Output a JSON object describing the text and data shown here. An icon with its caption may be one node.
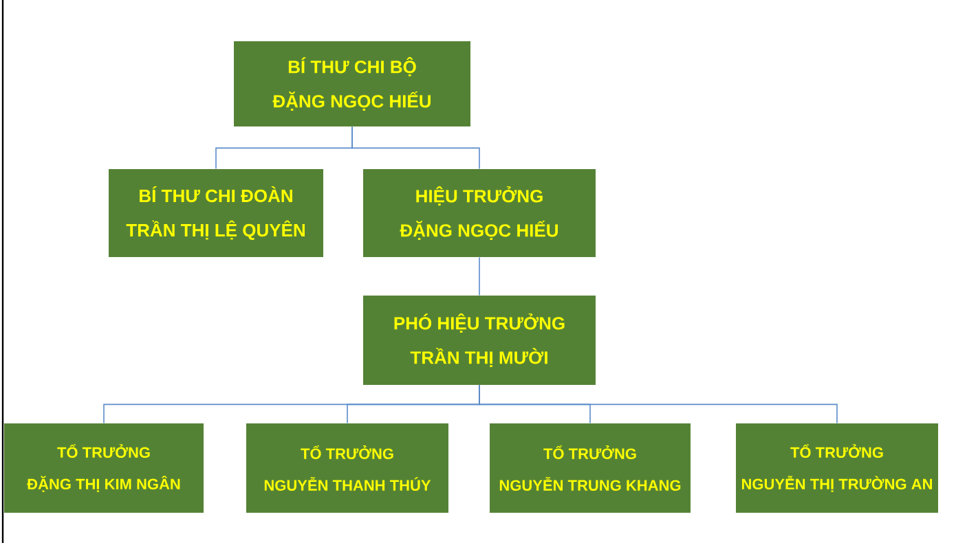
{
  "diagram": {
    "nodes": [
      {
        "text": [
          "BÍ THƯ CHI BỘ",
          "ĐẶNG NGỌC HIẾU"
        ]
      },
      {
        "text": [
          "BÍ THƯ CHI ĐOÀN",
          "TRẦN THỊ LỆ QUYÊN"
        ]
      },
      {
        "text": [
          "HIỆU TRƯỞNG",
          "ĐẶNG NGỌC HIẾU"
        ]
      },
      {
        "text": [
          "PHÓ HIỆU TRƯỞNG",
          "TRẦN THỊ MƯỜI"
        ]
      },
      {
        "text": [
          "TỔ TRƯỞNG",
          "ĐẶNG THỊ KIM NGÂN"
        ]
      },
      {
        "text": [
          "TỔ TRƯỞNG",
          "NGUYỄN THANH THÚY"
        ]
      },
      {
        "text": [
          "TỔ TRƯỞNG",
          "NGUYỄN TRUNG KHANG"
        ]
      },
      {
        "text": [
          "TỔ TRƯỞNG",
          "NGUYỄN THỊ TRƯỜNG AN"
        ]
      }
    ],
    "edges": [
      {
        "from": 0,
        "to": 1,
        "arrow": "none"
      },
      {
        "from": 0,
        "to": 2,
        "arrow": "none"
      },
      {
        "from": 2,
        "to": 3,
        "arrow": "none"
      },
      {
        "from": 3,
        "to": 4,
        "arrow": "none"
      },
      {
        "from": 3,
        "to": 5,
        "arrow": "none"
      },
      {
        "from": 3,
        "to": 6,
        "arrow": "none"
      },
      {
        "from": 3,
        "to": 7,
        "arrow": "none"
      }
    ]
  }
}
